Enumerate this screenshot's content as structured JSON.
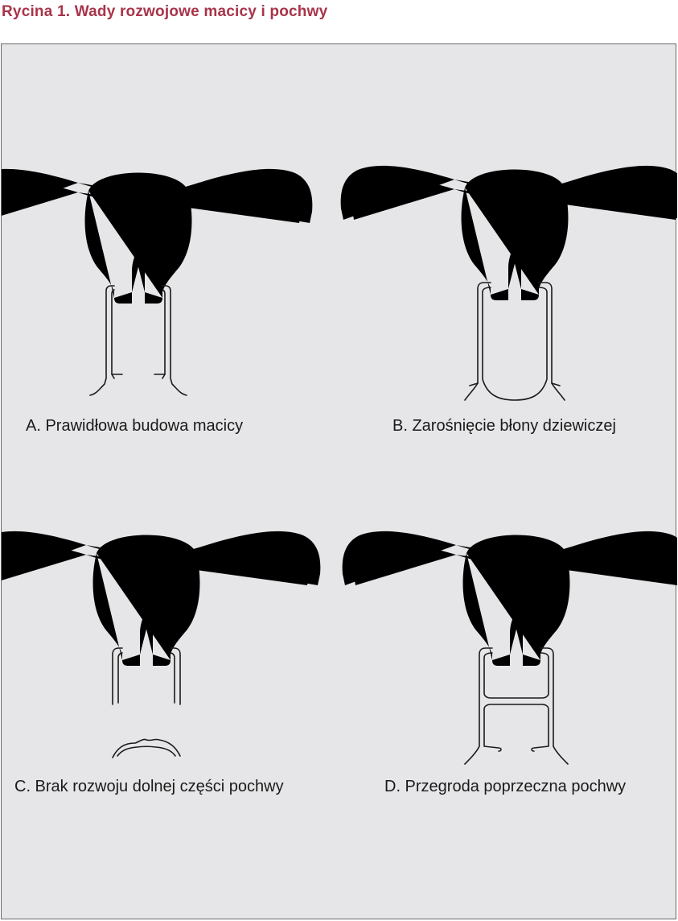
{
  "figure": {
    "title": "Rycina 1. Wady rozwojowe macicy i pochwy",
    "accent_color": "#a8344a",
    "panel_color": "#e6e6e8"
  },
  "diagrams": [
    {
      "id": "A",
      "caption": "A. Prawidłowa budowa macicy",
      "variant": "normal"
    },
    {
      "id": "B",
      "caption": "B. Zarośnięcie błony dziewiczej",
      "variant": "imperforate-hymen"
    },
    {
      "id": "C",
      "caption": "C. Brak rozwoju dolnej części pochwy",
      "variant": "vaginal-agenesis"
    },
    {
      "id": "D",
      "caption": "D. Przegroda poprzeczna pochwy",
      "variant": "transverse-septum"
    }
  ]
}
